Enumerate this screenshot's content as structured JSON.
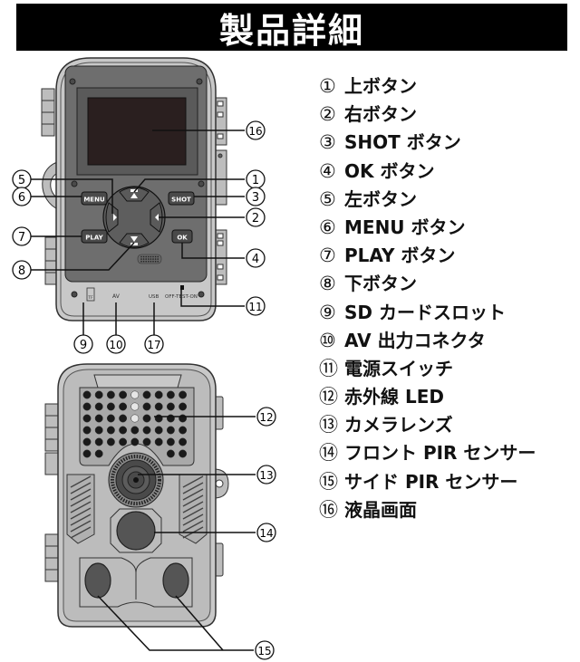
{
  "header": {
    "title": "製品詳細"
  },
  "legend": [
    {
      "num": "①",
      "label": "上ボタン"
    },
    {
      "num": "②",
      "label": "右ボタン"
    },
    {
      "num": "③",
      "label": "SHOT ボタン"
    },
    {
      "num": "④",
      "label": "OK ボタン"
    },
    {
      "num": "⑤",
      "label": "左ボタン"
    },
    {
      "num": "⑥",
      "label": "MENU ボタン"
    },
    {
      "num": "⑦",
      "label": "PLAY ボタン"
    },
    {
      "num": "⑧",
      "label": "下ボタン"
    },
    {
      "num": "⑨",
      "label": "SD カードスロット"
    },
    {
      "num": "⑩",
      "label": "AV 出力コネクタ"
    },
    {
      "num": "⑪",
      "label": "電源スイッチ"
    },
    {
      "num": "⑫",
      "label": "赤外線 LED"
    },
    {
      "num": "⑬",
      "label": "カメラレンズ"
    },
    {
      "num": "⑭",
      "label": "フロント PIR センサー"
    },
    {
      "num": "⑮",
      "label": "サイド PIR センサー"
    },
    {
      "num": "⑯",
      "label": "液晶画面"
    }
  ],
  "back_view": {
    "buttons": {
      "menu": "MENU",
      "play": "PLAY",
      "shot": "SHOT",
      "ok": "OK"
    },
    "ports": {
      "sd": "TF",
      "av": "AV",
      "usb": "USB",
      "switch": "OFF-TEST-ON"
    },
    "callouts": {
      "c1": "1",
      "c2": "2",
      "c3": "3",
      "c4": "4",
      "c5": "5",
      "c6": "6",
      "c7": "7",
      "c8": "8",
      "c9": "9",
      "c10": "10",
      "c11": "11",
      "c16": "16",
      "c17": "17"
    }
  },
  "front_view": {
    "callouts": {
      "c12": "12",
      "c13": "13",
      "c14": "14",
      "c15": "15"
    }
  },
  "colors": {
    "body": "#c8c8c8",
    "panel": "#6e6e6e",
    "screen": "#2a1f1f",
    "front_panel": "#a9a9a9",
    "led_dark": "#1a1a1a",
    "led_light": "#e6e6e6",
    "sensor": "#555555"
  }
}
